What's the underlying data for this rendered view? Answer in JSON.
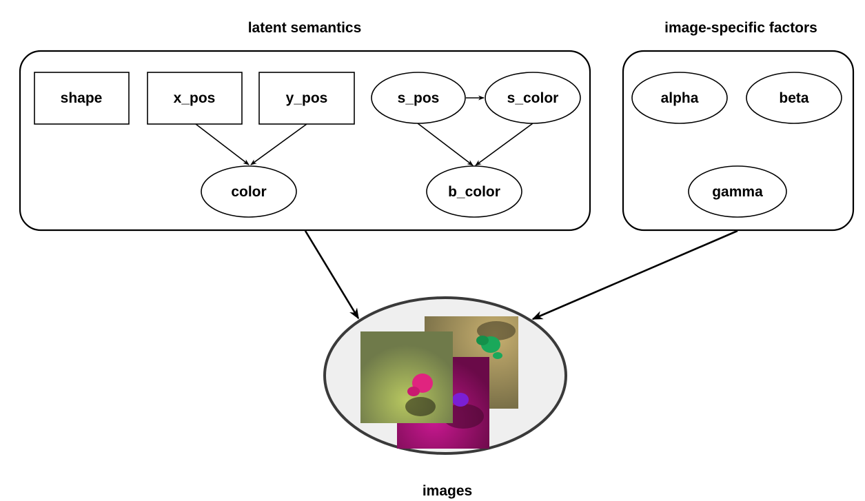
{
  "groups": {
    "latent": {
      "title": "latent semantics"
    },
    "image_specific": {
      "title": "image-specific factors"
    }
  },
  "nodes": {
    "shape": "shape",
    "x_pos": "x_pos",
    "y_pos": "y_pos",
    "s_pos": "s_pos",
    "s_color": "s_color",
    "color": "color",
    "b_color": "b_color",
    "alpha": "alpha",
    "beta": "beta",
    "gamma": "gamma"
  },
  "output": {
    "label": "images"
  },
  "colors": {
    "render1_bg": "#6f7a4a",
    "render1_object": "#e0247f",
    "render2_bg": "#8a1060",
    "render2_object": "#7a1fd6",
    "render3_bg": "#9a9060",
    "render3_object": "#1aa85a",
    "images_ellipse_fill": "#efefef"
  }
}
